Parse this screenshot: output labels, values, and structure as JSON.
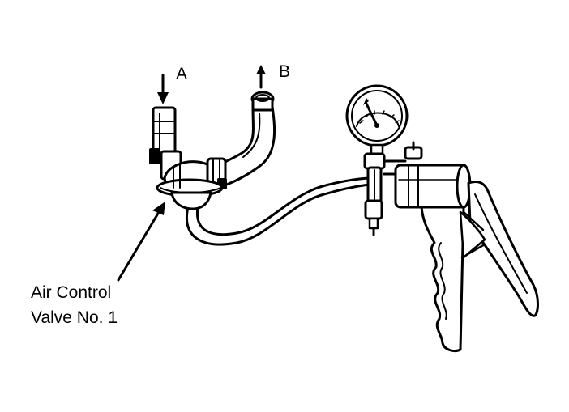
{
  "labels": {
    "port_a": "A",
    "port_b": "B",
    "valve_line1": "Air Control",
    "valve_line2": "Valve No. 1"
  },
  "colors": {
    "ink": "#000000",
    "paper": "#ffffff"
  }
}
